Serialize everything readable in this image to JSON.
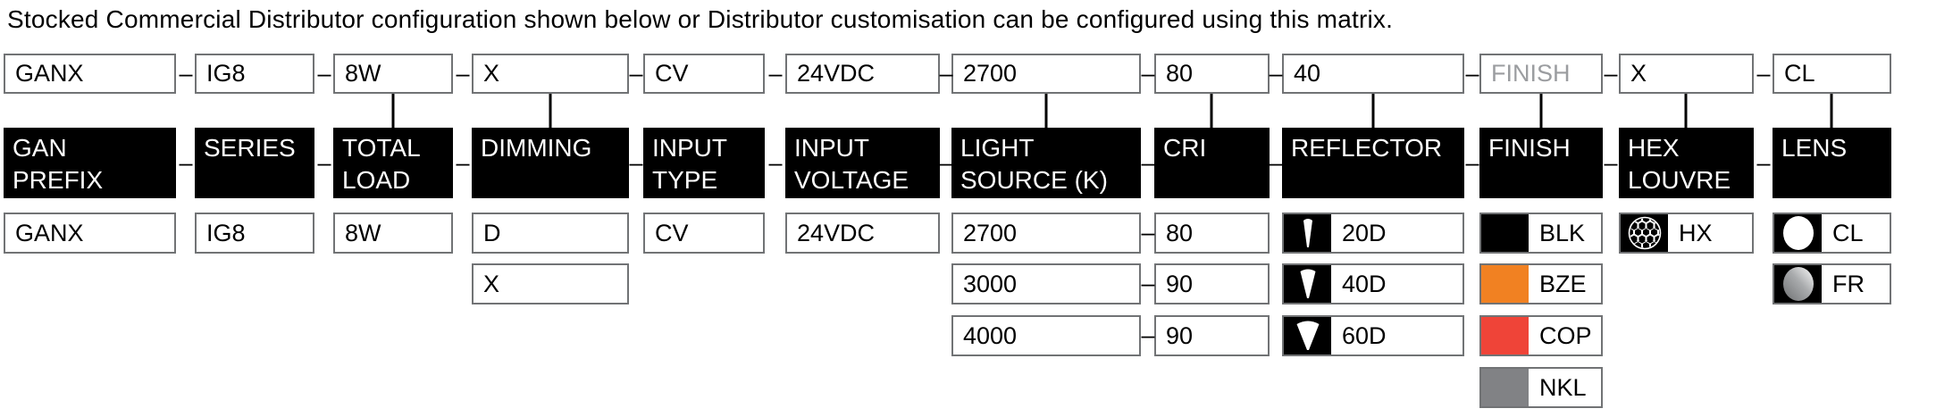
{
  "title": "Stocked Commercial Distributor configuration shown below or Distributor customisation can be configured using this matrix.",
  "separator": "–",
  "columns": [
    {
      "key": "gan-prefix",
      "header": "GAN\nPREFIX",
      "selected": "GANX",
      "options": [
        {
          "label": "GANX"
        }
      ]
    },
    {
      "key": "series",
      "header": "SERIES",
      "selected": "IG8",
      "options": [
        {
          "label": "IG8"
        }
      ]
    },
    {
      "key": "total-load",
      "header": "TOTAL\nLOAD",
      "selected": "8W",
      "options": [
        {
          "label": "8W"
        }
      ]
    },
    {
      "key": "dimming",
      "header": "DIMMING",
      "selected": "X",
      "options": [
        {
          "label": "D"
        },
        {
          "label": "X"
        }
      ]
    },
    {
      "key": "input-type",
      "header": "INPUT\nTYPE",
      "selected": "CV",
      "options": [
        {
          "label": "CV"
        }
      ]
    },
    {
      "key": "input-voltage",
      "header": "INPUT\nVOLTAGE",
      "selected": "24VDC",
      "options": [
        {
          "label": "24VDC"
        }
      ]
    },
    {
      "key": "light-source",
      "header": "LIGHT\nSOURCE (K)",
      "selected": "2700",
      "options": [
        {
          "label": "2700"
        },
        {
          "label": "3000"
        },
        {
          "label": "4000"
        }
      ]
    },
    {
      "key": "cri",
      "header": "CRI",
      "selected": "80",
      "options": [
        {
          "label": "80"
        },
        {
          "label": "90"
        },
        {
          "label": "90"
        }
      ]
    },
    {
      "key": "reflector",
      "header": "REFLECTOR",
      "selected": "40",
      "options": [
        {
          "label": "20D",
          "icon": "beam-20d-icon"
        },
        {
          "label": "40D",
          "icon": "beam-40d-icon"
        },
        {
          "label": "60D",
          "icon": "beam-60d-icon"
        }
      ]
    },
    {
      "key": "finish",
      "header": "FINISH",
      "selected": "FINISH",
      "placeholder": true,
      "options": [
        {
          "label": "BLK",
          "swatch": "#000000"
        },
        {
          "label": "BZE",
          "swatch": "#F18122"
        },
        {
          "label": "COP",
          "swatch": "#EF4438"
        },
        {
          "label": "NKL",
          "swatch": "#818285"
        }
      ]
    },
    {
      "key": "hex-louvre",
      "header": "HEX\nLOUVRE",
      "selected": "X",
      "options": [
        {
          "label": "HX",
          "icon": "hex-louvre-icon"
        }
      ]
    },
    {
      "key": "lens",
      "header": "LENS",
      "selected": "CL",
      "options": [
        {
          "label": "CL",
          "icon": "lens-clear-icon"
        },
        {
          "label": "FR",
          "icon": "lens-frosted-icon"
        }
      ]
    }
  ],
  "colors": {
    "placeholder_text": "#9B9DA0",
    "box_border": "#717375",
    "header_bg": "#000000"
  }
}
